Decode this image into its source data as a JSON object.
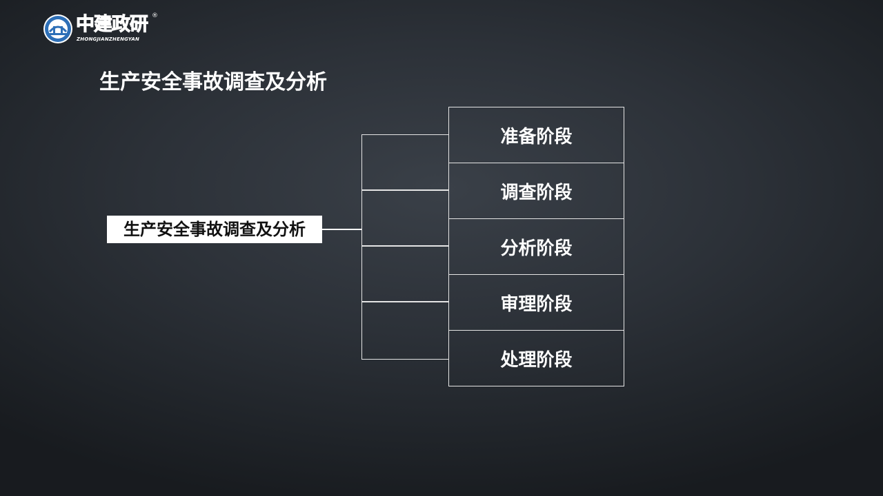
{
  "logo": {
    "cn_name": "中建政研",
    "en_name": "ZHONGJIANZHENGYAN",
    "registered_mark": "®",
    "icon": "bridge-emblem-icon",
    "colors": {
      "ring": "#2d6fb7",
      "inner": "#ffffff"
    }
  },
  "title": "生产安全事故调查及分析",
  "diagram": {
    "root": "生产安全事故调查及分析",
    "stages": [
      {
        "label": "准备阶段"
      },
      {
        "label": "调查阶段"
      },
      {
        "label": "分析阶段"
      },
      {
        "label": "审理阶段"
      },
      {
        "label": "处理阶段"
      }
    ]
  },
  "colors": {
    "background": "#2c3138",
    "line": "#e6e6e6",
    "root_box": "#ffffff",
    "root_text": "#111111"
  }
}
